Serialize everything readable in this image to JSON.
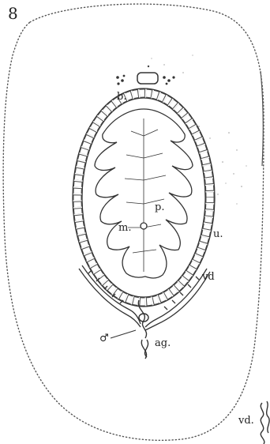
{
  "figure": {
    "number": "8",
    "labels": {
      "b": "b.",
      "p": "p.",
      "m": "m.",
      "u": "u.",
      "vd": "vd",
      "ag": "ag.",
      "vd_inset": "vd."
    },
    "symbols": {
      "male": "♂"
    }
  }
}
